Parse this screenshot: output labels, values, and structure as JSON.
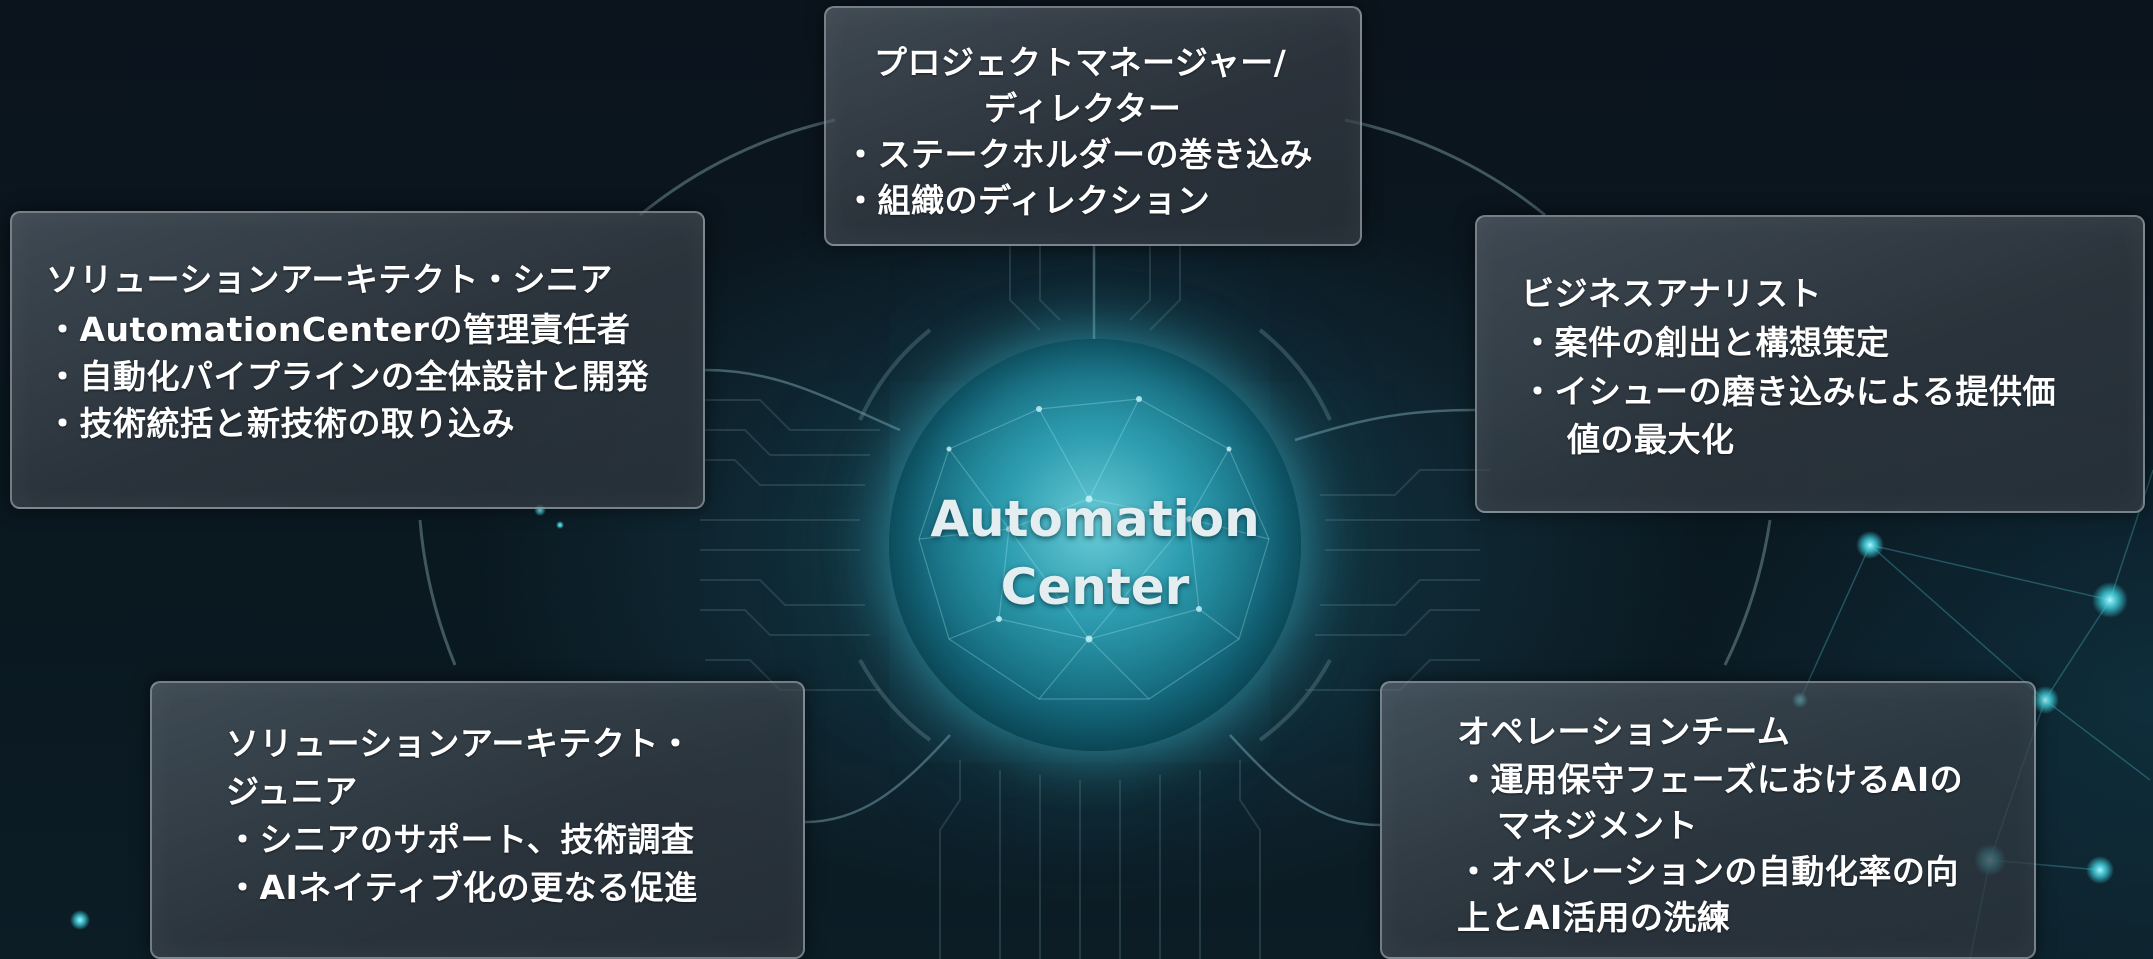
{
  "center": {
    "line1": "Automation",
    "line2": "Center"
  },
  "roles": {
    "project_manager": {
      "title_line1": "プロジェクトマネージャー/",
      "title_line2": "ディレクター",
      "items": [
        "・ステークホルダーの巻き込み",
        "・組織のディレクション"
      ]
    },
    "architect_senior": {
      "title": "ソリューションアーキテクト・シニア",
      "items": [
        "・AutomationCenterの管理責任者",
        "・自動化パイプラインの全体設計と開発",
        "・技術統括と新技術の取り込み"
      ]
    },
    "business_analyst": {
      "title": "ビジネスアナリスト",
      "items": [
        "・案件の創出と構想策定",
        "・イシューの磨き込みによる提供価",
        "値の最大化"
      ]
    },
    "architect_junior": {
      "title_line1": "ソリューションアーキテクト・",
      "title_line2": "ジュニア",
      "items": [
        "・シニアのサポート、技術調査",
        "・AIネイティブ化の更なる促進"
      ]
    },
    "operation_team": {
      "title": "オペレーションチーム",
      "items": [
        "・運用保守フェーズにおけるAIの",
        "マネジメント",
        "・オペレーションの自動化率の向",
        "上とAI活用の洗練"
      ]
    }
  },
  "colors": {
    "background": "#0a121a",
    "globe": "#32afc3",
    "card_border": "#b4bec8",
    "text": "#ffffff",
    "network_node": "#3fd3e0"
  }
}
